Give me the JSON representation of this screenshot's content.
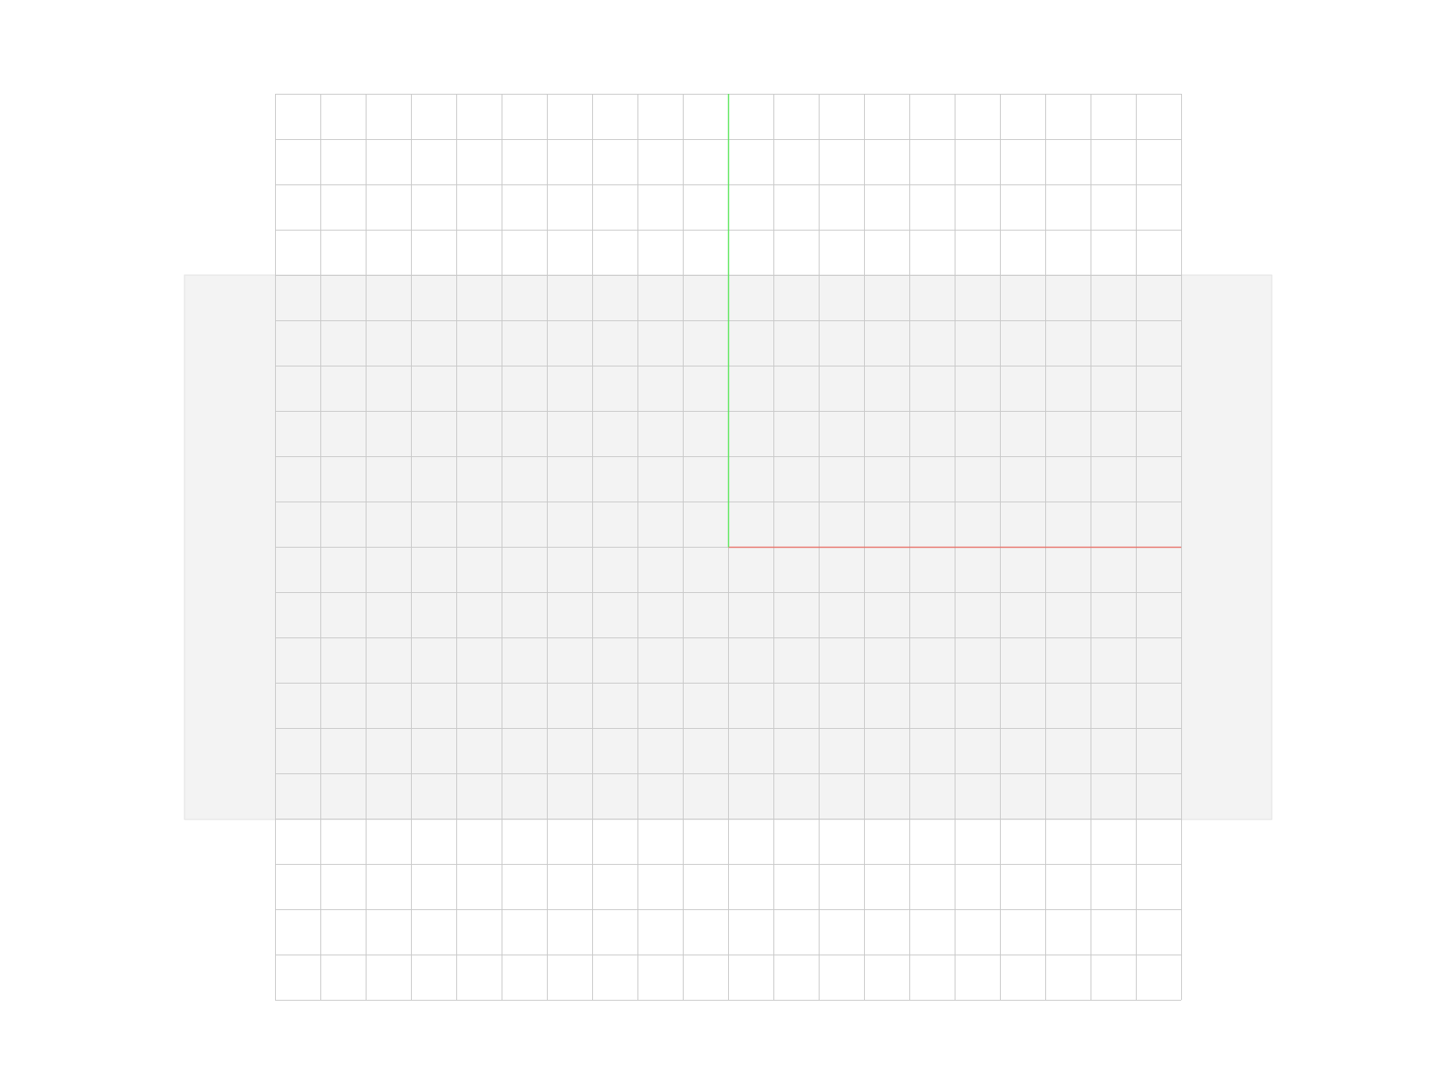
{
  "viewport": {
    "background": "#ffffff"
  },
  "grid": {
    "columns": 20,
    "rows": 20,
    "line_color": "#c8c8c8",
    "background": "#ffffff"
  },
  "plane": {
    "color": "#f3f3f3",
    "border_color": "#e2e2e2",
    "opacity": 1
  },
  "axes": {
    "x_axis_color": "#e8736b",
    "y_axis_color": "#5ce65c",
    "origin": {
      "column": 10,
      "row": 10
    }
  }
}
